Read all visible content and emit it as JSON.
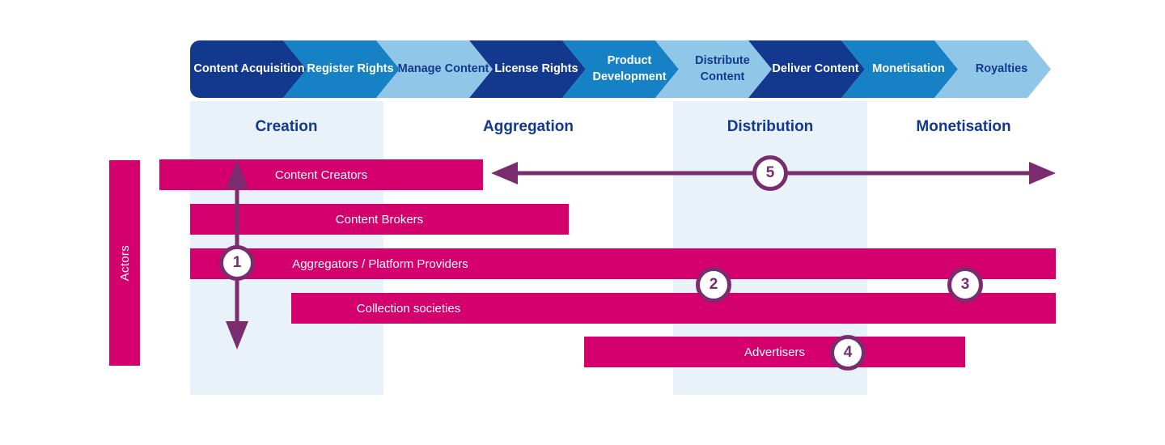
{
  "process": {
    "steps": [
      {
        "label": "Content Acquisition",
        "tone": "dark"
      },
      {
        "label": "Register Rights",
        "tone": "mid"
      },
      {
        "label": "Manage Content",
        "tone": "light"
      },
      {
        "label": "License Rights",
        "tone": "dark"
      },
      {
        "label": "Product Development",
        "tone": "mid"
      },
      {
        "label": "Distribute Content",
        "tone": "light"
      },
      {
        "label": "Deliver Content",
        "tone": "dark"
      },
      {
        "label": "Monetisation",
        "tone": "mid"
      },
      {
        "label": "Royalties",
        "tone": "light"
      }
    ]
  },
  "phases": [
    {
      "label": "Creation"
    },
    {
      "label": "Aggregation"
    },
    {
      "label": "Distribution"
    },
    {
      "label": "Monetisation"
    }
  ],
  "actors": {
    "axis_label": "Actors",
    "bars": [
      {
        "label": "Content Creators"
      },
      {
        "label": "Content Brokers"
      },
      {
        "label": "Aggregators / Platform Providers"
      },
      {
        "label": "Collection societies"
      },
      {
        "label": "Advertisers"
      }
    ]
  },
  "markers": [
    {
      "number": "1"
    },
    {
      "number": "2"
    },
    {
      "number": "3"
    },
    {
      "number": "4"
    },
    {
      "number": "5"
    }
  ],
  "colors": {
    "navy": "#12398e",
    "blue": "#1682c5",
    "light_blue": "#90c7e8",
    "panel_blue": "#e9f1f9",
    "pink": "#d4006e",
    "purple": "#7b2c6e",
    "white": "#ffffff"
  }
}
